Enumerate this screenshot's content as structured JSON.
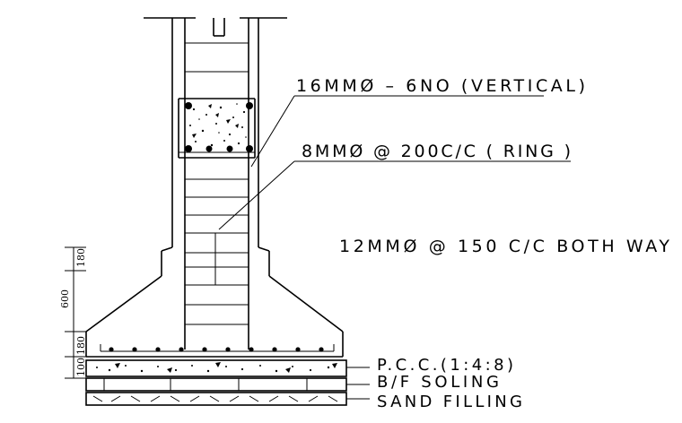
{
  "callouts": {
    "vertical_bars": "16MMØ – 6NO (VERTICAL)",
    "ring": "8MMØ @ 200C/C ( RING )",
    "base_mesh": "12MMØ @ 150 C/C BOTH WAY",
    "pcc": "P.C.C.(1:4:8)",
    "soling": "B/F SOLING",
    "sand": "SAND FILLING"
  },
  "dimensions": {
    "top_step": "180",
    "middle": "600",
    "bottom_step": "180",
    "pcc_thickness": "100"
  }
}
